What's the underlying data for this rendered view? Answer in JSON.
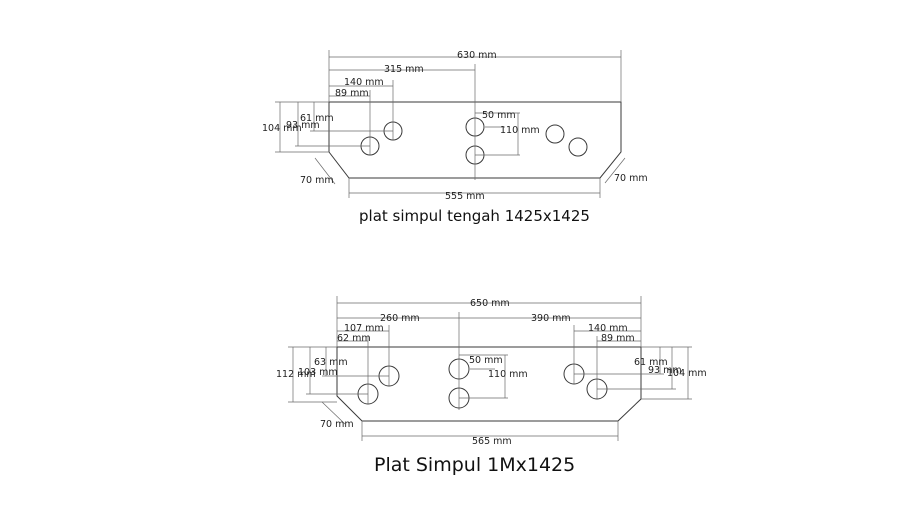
{
  "drawings": [
    {
      "title": "plat simpul tengah 1425x1425",
      "labels": {
        "overall_width": "630 mm",
        "half_width": "315 mm",
        "hole_offset_140": "140 mm",
        "hole_offset_89": "89 mm",
        "height_104": "104 mm",
        "height_93": "93 mm",
        "hole_v_61": "61 mm",
        "center_hole_50": "50 mm",
        "center_hole_110": "110 mm",
        "chamfer_left": "70 mm",
        "chamfer_right": "70 mm",
        "bottom_width": "555 mm"
      }
    },
    {
      "title": "Plat Simpul 1Mx1425",
      "labels": {
        "overall_width": "650 mm",
        "left_section": "260 mm",
        "right_section": "390 mm",
        "left_hole_107": "107 mm",
        "left_hole_62": "62 mm",
        "right_hole_140": "140 mm",
        "right_hole_89": "89 mm",
        "left_v_63": "63 mm",
        "left_height_103": "103 mm",
        "left_height_112": "112 mm",
        "center_hole_50": "50 mm",
        "center_hole_110": "110 mm",
        "right_v_61": "61 mm",
        "right_height_93": "93 mm",
        "right_height_104": "104 mm",
        "chamfer_left": "70 mm",
        "bottom_width": "565 mm"
      }
    }
  ]
}
